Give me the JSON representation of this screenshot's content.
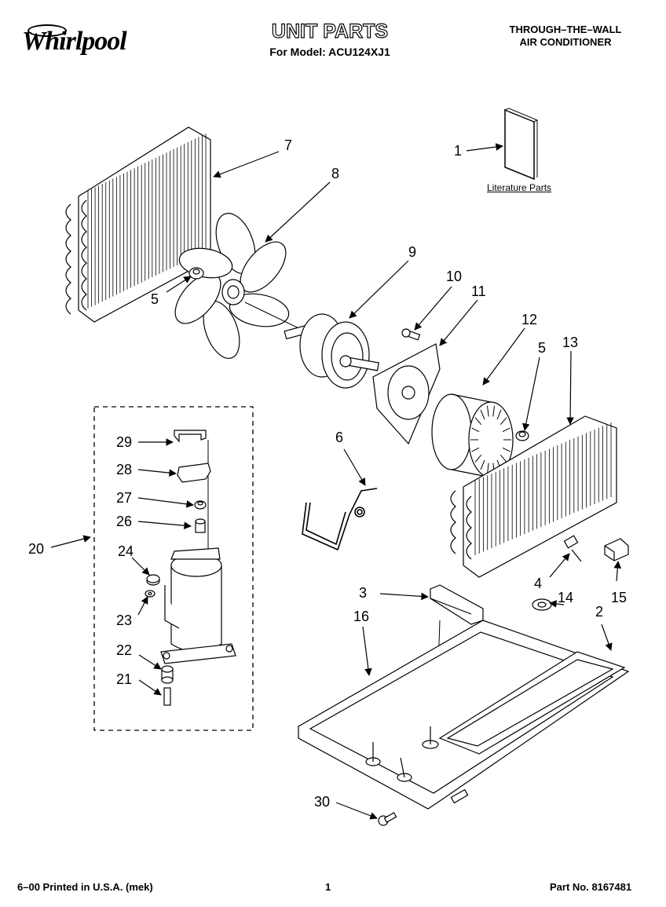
{
  "header": {
    "brand": "Whirlpool",
    "title": "UNIT PARTS",
    "subtitle": "For Model: ACU124XJ1",
    "product_line1": "THROUGH–THE–WALL",
    "product_line2": "AIR CONDITIONER"
  },
  "literature_label": "Literature Parts",
  "callouts": {
    "c1": "1",
    "c2": "2",
    "c3": "3",
    "c4": "4",
    "c5a": "5",
    "c5b": "5",
    "c6": "6",
    "c7": "7",
    "c8": "8",
    "c9": "9",
    "c10": "10",
    "c11": "11",
    "c12": "12",
    "c13": "13",
    "c14": "14",
    "c15": "15",
    "c16": "16",
    "c20": "20",
    "c21": "21",
    "c22": "22",
    "c23": "23",
    "c24": "24",
    "c26": "26",
    "c27": "27",
    "c28": "28",
    "c29": "29",
    "c30": "30"
  },
  "footer": {
    "left": "6–00 Printed in U.S.A. (mek)",
    "center": "1",
    "right": "Part No. 8167481"
  }
}
